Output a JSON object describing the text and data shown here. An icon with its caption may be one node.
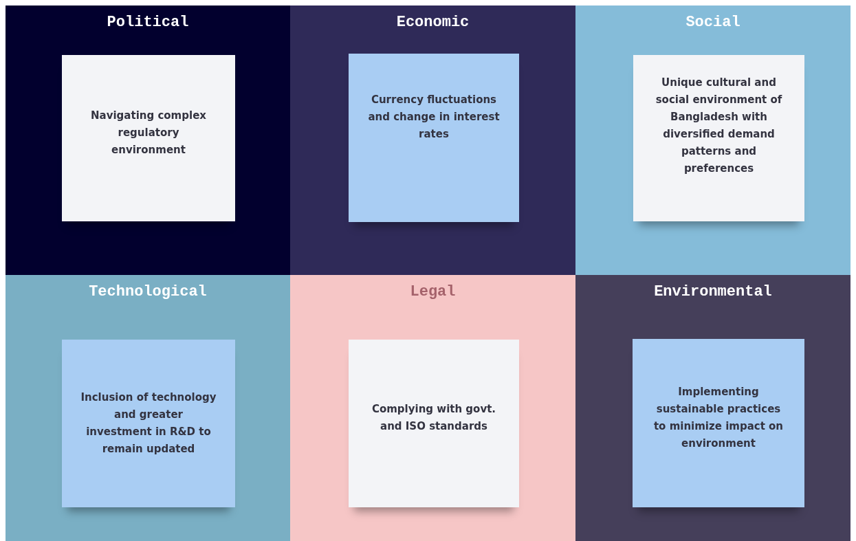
{
  "diagram": {
    "nodes": [
      {
        "text": [
          "Political"
        ]
      },
      {
        "text": [
          "Navigating complex regulatory environment"
        ],
        "in": 0
      },
      {
        "text": [
          "Economic"
        ]
      },
      {
        "text": [
          "Currency fluctuations and change in interest rates"
        ],
        "in": 2
      },
      {
        "text": [
          "Social"
        ]
      },
      {
        "text": [
          "Unique cultural and social environment of Bangladesh with diversified demand patterns and preferences"
        ],
        "in": 4
      },
      {
        "text": [
          "Technological"
        ]
      },
      {
        "text": [
          "Inclusion of technology and greater investment in R&D to remain updated"
        ],
        "in": 6
      },
      {
        "text": [
          "Legal"
        ]
      },
      {
        "text": [
          "Complying with govt. and ISO standards"
        ],
        "in": 8
      },
      {
        "text": [
          "Environmental"
        ]
      },
      {
        "text": [
          "Implementing sustainable practices to minimize impact on environment"
        ],
        "in": 10
      }
    ]
  }
}
